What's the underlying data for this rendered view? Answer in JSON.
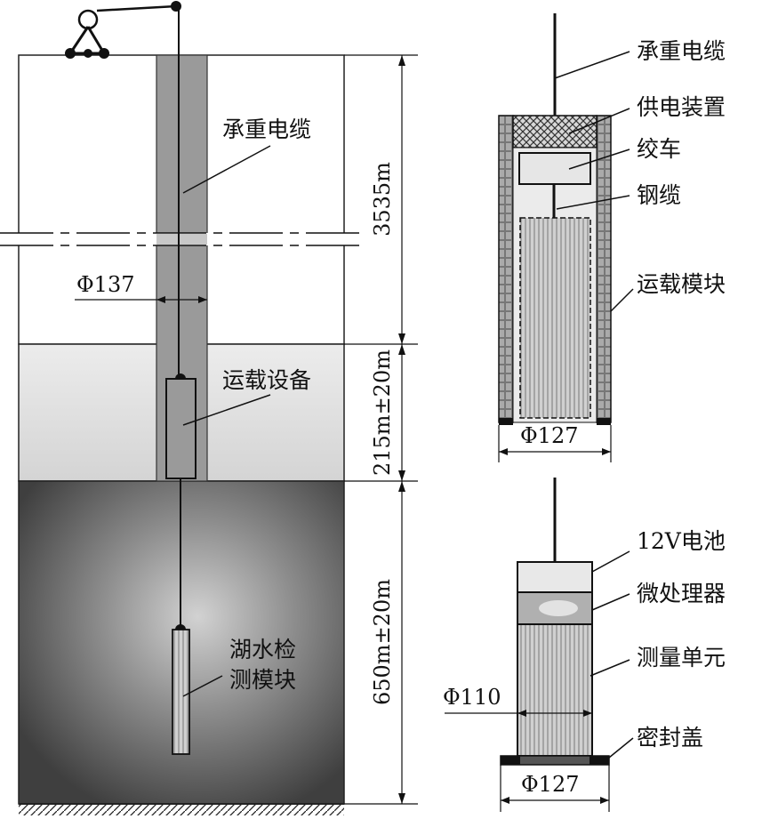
{
  "borehole": {
    "cable_label": "承重电缆",
    "diameter_label": "Φ137",
    "carrier_label": "运载设备",
    "probe_label_line1": "湖水检",
    "probe_label_line2": "测模块",
    "depth_ice": "3535m",
    "depth_transition": "215m±20m",
    "depth_lake": "650m±20m"
  },
  "carrier_module": {
    "labels": [
      "承重电缆",
      "供电装置",
      "绞车",
      "钢缆",
      "运载模块"
    ],
    "diameter_label": "Φ127"
  },
  "probe_module": {
    "labels": [
      "12V电池",
      "微处理器",
      "测量单元",
      "密封盖"
    ],
    "inner_diameter_label": "Φ110",
    "outer_diameter_label": "Φ127"
  }
}
